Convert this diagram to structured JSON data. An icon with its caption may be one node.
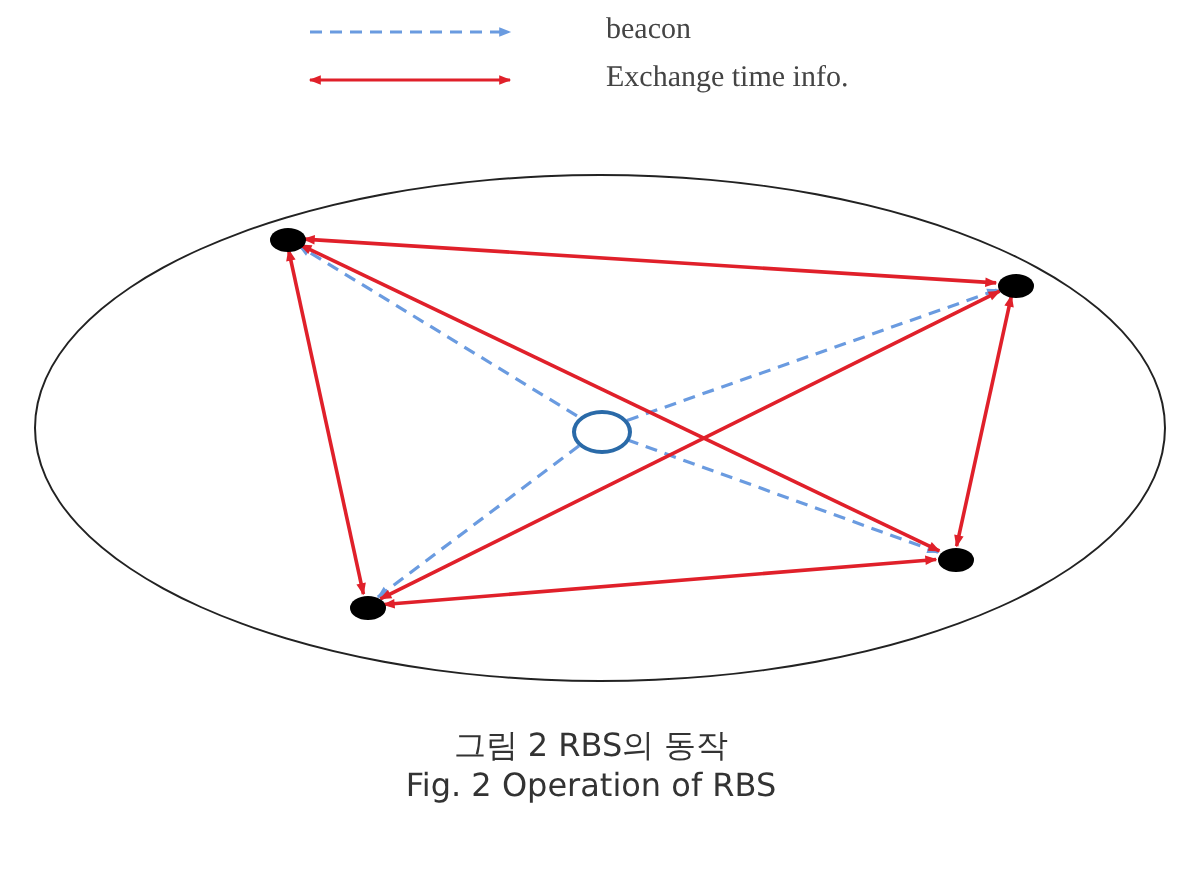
{
  "diagram": {
    "caption": "Fig. 2 Operation of RBS",
    "nodes": [
      {
        "text": [],
        "shape": "ellipse"
      },
      {
        "text": [],
        "shape": "circle",
        "in": 0
      },
      {
        "text": [],
        "shape": "circle",
        "in": 0
      },
      {
        "text": [],
        "shape": "circle",
        "in": 0
      },
      {
        "text": [],
        "shape": "circle",
        "in": 0
      },
      {
        "text": [],
        "shape": "circle",
        "in": 0
      }
    ],
    "edges": [
      {
        "from": 3,
        "to": 1,
        "arrow": "to",
        "style": "dashed",
        "color": "#6a9be0"
      },
      {
        "from": 3,
        "to": 2,
        "arrow": "to",
        "style": "dashed",
        "color": "#6a9be0"
      },
      {
        "from": 3,
        "to": 4,
        "arrow": "to",
        "style": "dashed",
        "color": "#6a9be0"
      },
      {
        "from": 3,
        "to": 5,
        "arrow": "to",
        "style": "dashed",
        "color": "#6a9be0"
      },
      {
        "from": 1,
        "to": 2,
        "arrow": "both"
      },
      {
        "from": 1,
        "to": 4,
        "arrow": "both"
      },
      {
        "from": 1,
        "to": 5,
        "arrow": "both"
      },
      {
        "from": 2,
        "to": 4,
        "arrow": "both"
      },
      {
        "from": 2,
        "to": 5,
        "arrow": "both"
      },
      {
        "from": 4,
        "to": 5,
        "arrow": "both"
      }
    ],
    "labels": [
      "그림 2 RBS의 동작"
    ],
    "legend": [
      {
        "text": "beacon"
      },
      {
        "text": "Exchange time info."
      }
    ]
  }
}
